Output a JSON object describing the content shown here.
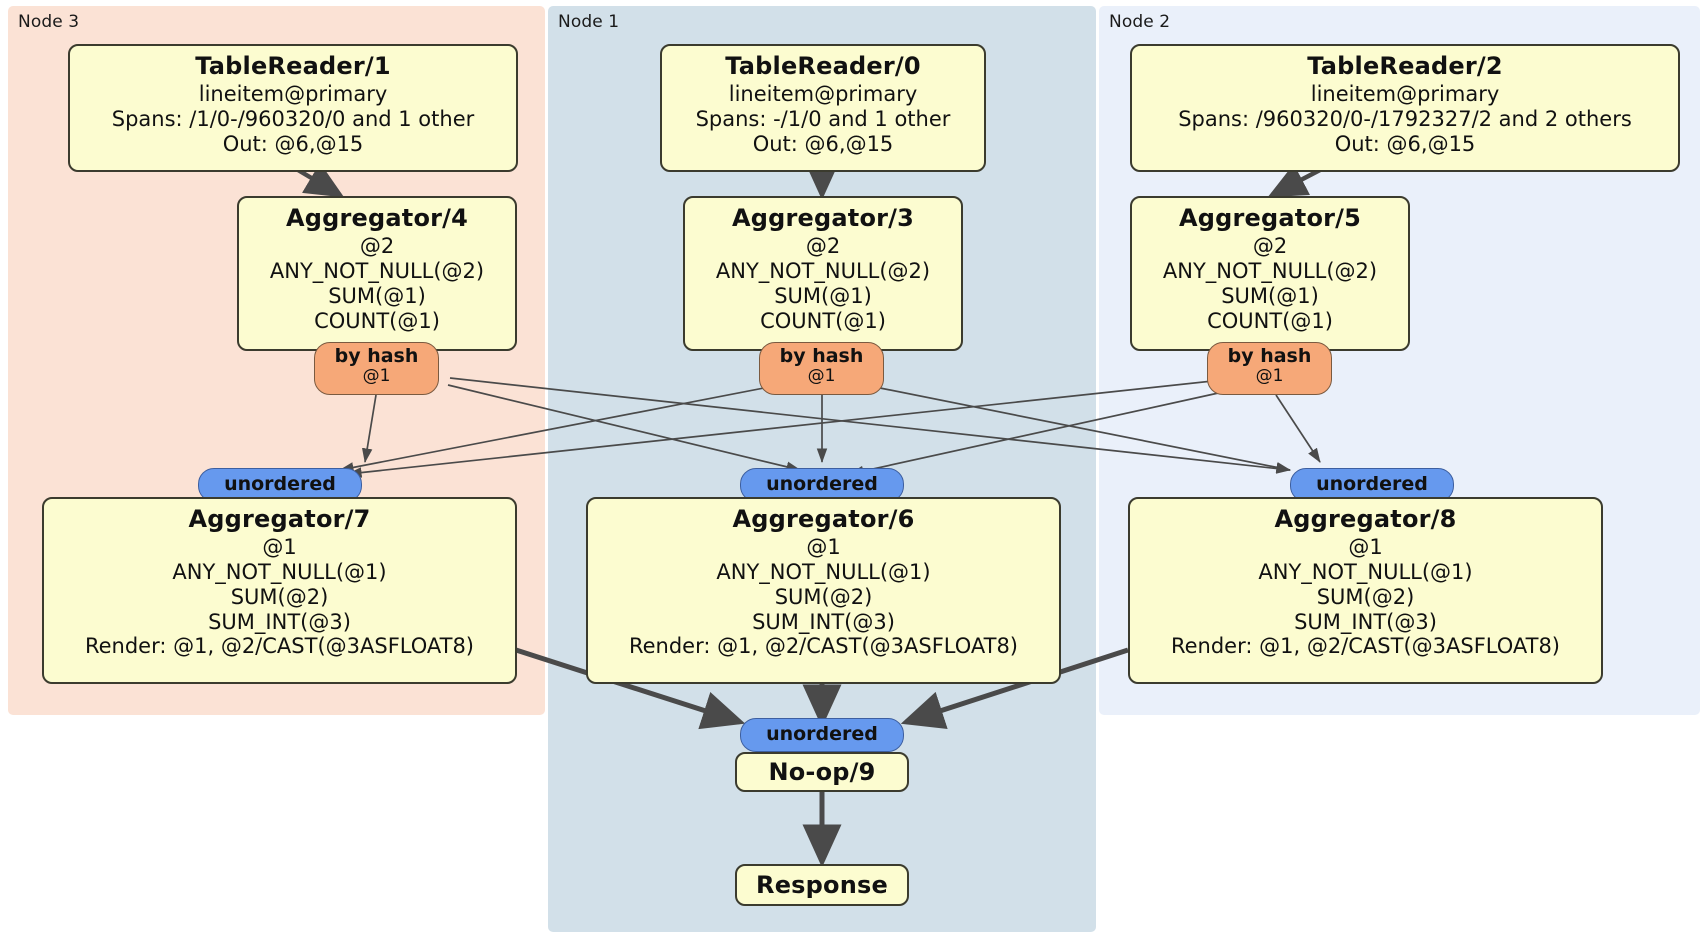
{
  "diagram": {
    "type": "distributed-query-plan",
    "colors": {
      "node3_bg": "#fbe2d5",
      "node1_bg": "#d2e0e9",
      "node2_bg": "#eaf0fa",
      "processor_bg": "#fcfcd0",
      "processor_border": "#3b3b2e",
      "hash_badge_bg": "#f6a878",
      "unordered_badge_bg": "#6699ee",
      "edge": "#4a4a4a"
    }
  },
  "panels": [
    {
      "label": "Node 3"
    },
    {
      "label": "Node 1"
    },
    {
      "label": "Node 2"
    }
  ],
  "processors": {
    "table_reader_1": {
      "title": "TableReader/1",
      "lines": [
        "lineitem@primary",
        "Spans: /1/0-/960320/0 and 1 other",
        "Out: @6,@15"
      ]
    },
    "table_reader_0": {
      "title": "TableReader/0",
      "lines": [
        "lineitem@primary",
        "Spans: -/1/0 and 1 other",
        "Out: @6,@15"
      ]
    },
    "table_reader_2": {
      "title": "TableReader/2",
      "lines": [
        "lineitem@primary",
        "Spans: /960320/0-/1792327/2 and 2 others",
        "Out: @6,@15"
      ]
    },
    "aggregator_4": {
      "title": "Aggregator/4",
      "lines": [
        "@2",
        "ANY_NOT_NULL(@2)",
        "SUM(@1)",
        "COUNT(@1)"
      ]
    },
    "aggregator_3": {
      "title": "Aggregator/3",
      "lines": [
        "@2",
        "ANY_NOT_NULL(@2)",
        "SUM(@1)",
        "COUNT(@1)"
      ]
    },
    "aggregator_5": {
      "title": "Aggregator/5",
      "lines": [
        "@2",
        "ANY_NOT_NULL(@2)",
        "SUM(@1)",
        "COUNT(@1)"
      ]
    },
    "aggregator_7": {
      "title": "Aggregator/7",
      "lines": [
        "@1",
        "ANY_NOT_NULL(@1)",
        "SUM(@2)",
        "SUM_INT(@3)",
        "Render: @1, @2/CAST(@3ASFLOAT8)"
      ]
    },
    "aggregator_6": {
      "title": "Aggregator/6",
      "lines": [
        "@1",
        "ANY_NOT_NULL(@1)",
        "SUM(@2)",
        "SUM_INT(@3)",
        "Render: @1, @2/CAST(@3ASFLOAT8)"
      ]
    },
    "aggregator_8": {
      "title": "Aggregator/8",
      "lines": [
        "@1",
        "ANY_NOT_NULL(@1)",
        "SUM(@2)",
        "SUM_INT(@3)",
        "Render: @1, @2/CAST(@3ASFLOAT8)"
      ]
    },
    "noop_9": {
      "title": "No-op/9",
      "lines": []
    },
    "response": {
      "title": "Response",
      "lines": []
    }
  },
  "badges": {
    "hash_left": {
      "label": "by hash",
      "sub": "@1"
    },
    "hash_center": {
      "label": "by hash",
      "sub": "@1"
    },
    "hash_right": {
      "label": "by hash",
      "sub": "@1"
    },
    "unordered_left": {
      "label": "unordered"
    },
    "unordered_center": {
      "label": "unordered"
    },
    "unordered_right": {
      "label": "unordered"
    },
    "unordered_final": {
      "label": "unordered"
    }
  }
}
